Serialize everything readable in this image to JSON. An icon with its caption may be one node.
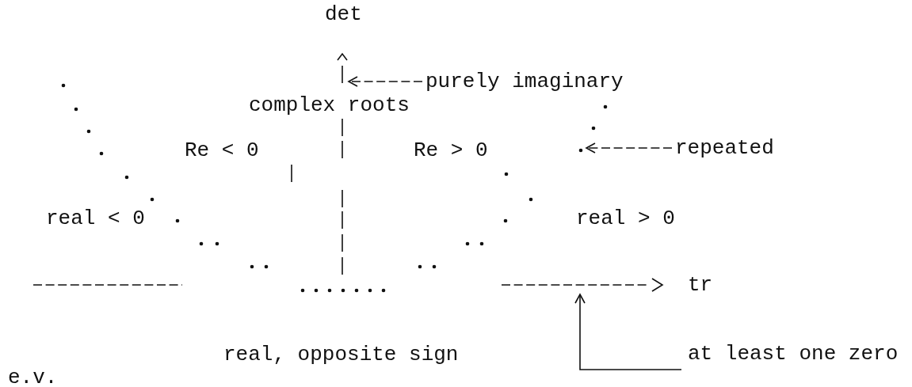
{
  "diagram": {
    "nodes": [
      {
        "text": [
          "purely imaginary"
        ]
      },
      {
        "text": [
          "repeated"
        ]
      },
      {
        "text": [
          "at least one zero e.v."
        ]
      },
      {
        "text": [],
        "shape": "line"
      },
      {
        "text": [],
        "shape": "line"
      },
      {
        "text": [],
        "shape": "curve"
      }
    ],
    "edges": [
      {
        "from": 0,
        "to": 3,
        "arrow": "to",
        "style": "dashed"
      },
      {
        "from": 1,
        "to": 5,
        "arrow": "to",
        "style": "dashed"
      },
      {
        "from": 2,
        "to": 4,
        "arrow": "to"
      }
    ],
    "labels": [
      "det",
      "complex roots",
      "Re < 0",
      "Re > 0",
      "real < 0",
      "real > 0",
      "tr",
      "real, opposite sign"
    ]
  }
}
